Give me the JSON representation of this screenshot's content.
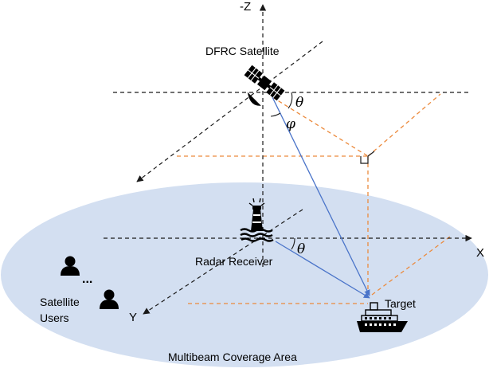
{
  "title": "",
  "labels": {
    "neg_z_axis": "-Z",
    "x_axis": "X",
    "y_axis": "Y",
    "satellite": "DFRC Satellite",
    "radar_receiver": "Radar Receiver",
    "target": "Target",
    "satellite_users_line1": "Satellite",
    "satellite_users_line2": "Users",
    "ellipsis": "...",
    "coverage_area": "Multibeam Coverage Area",
    "theta_top": "θ",
    "phi": "φ",
    "theta_bottom": "θ"
  },
  "colors": {
    "coverage_fill": "#d3dff1",
    "beam_line": "#4a74c9",
    "projection_line": "#ec8a3c",
    "axis_line": "#1a1a1a"
  },
  "icons": {
    "satellite": "satellite-icon",
    "lighthouse": "lighthouse-icon",
    "ship": "ship-icon",
    "user": "user-icon"
  }
}
